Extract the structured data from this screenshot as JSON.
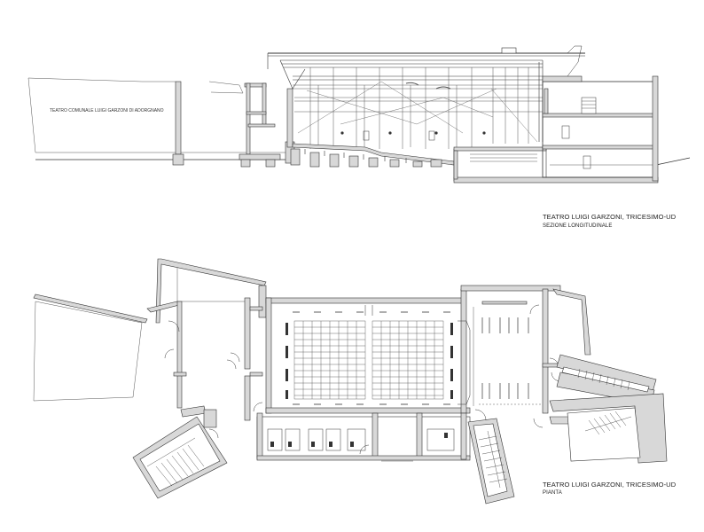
{
  "section": {
    "inner_label": "TEATRO COMUNALE LUIGI GARZONI DI ADORGNANO",
    "title": "TEATRO LUIGI GARZONI, TRICESIMO-UD",
    "subtitle": "SEZIONE LONGITUDINALE"
  },
  "plan": {
    "title": "TEATRO LUIGI GARZONI, TRICESIMO-UD",
    "subtitle": "PIANTA"
  }
}
